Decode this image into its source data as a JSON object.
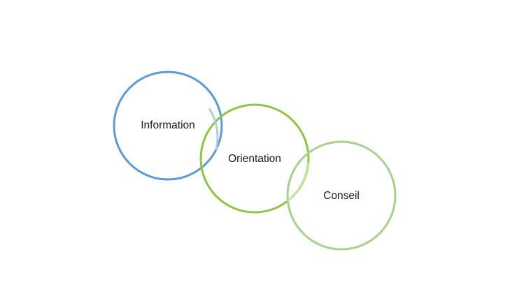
{
  "diagram": {
    "circles": [
      {
        "label": "Information",
        "color": "#5b9bd5"
      },
      {
        "label": "Orientation",
        "color": "#8dc63f"
      },
      {
        "label": "Conseil",
        "color": "#a9d18e"
      }
    ],
    "overlap_colors": [
      "#b4cbe1",
      "#c5e4a6"
    ]
  }
}
